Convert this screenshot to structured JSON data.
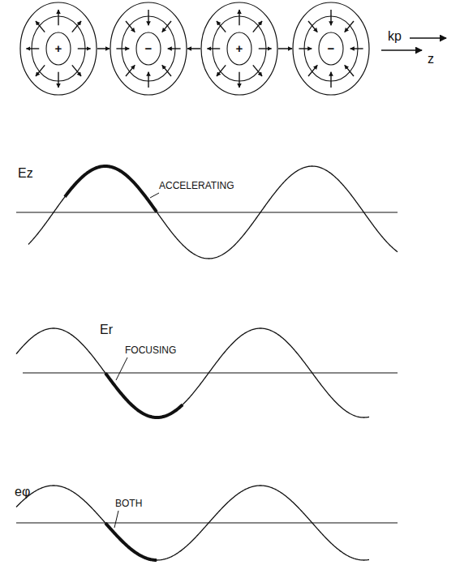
{
  "diagram": {
    "nodes": [
      {
        "text": [
          "+"
        ]
      },
      {
        "text": [
          "−"
        ]
      },
      {
        "text": [
          "+"
        ]
      },
      {
        "text": [
          "−"
        ]
      }
    ],
    "edges": [
      {
        "from": 0,
        "to": 1,
        "arrow": "to"
      },
      {
        "from": 2,
        "to": 1,
        "arrow": "to"
      },
      {
        "from": 2,
        "to": 3,
        "arrow": "to"
      }
    ],
    "labels": [
      "kp",
      "z",
      "Ez",
      "ACCELERATING",
      "Er",
      "FOCUSING",
      "eφ",
      "BOTH"
    ]
  }
}
